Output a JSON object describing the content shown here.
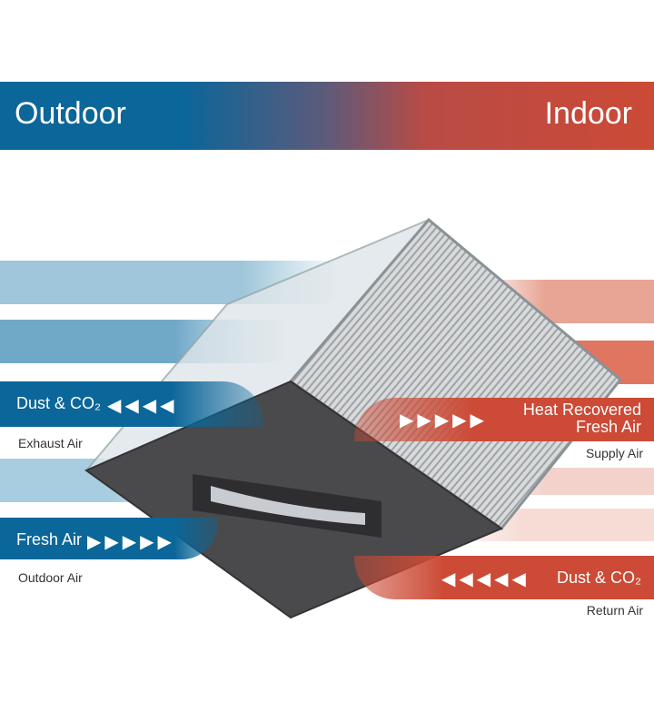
{
  "header": {
    "outdoor": "Outdoor",
    "indoor": "Indoor"
  },
  "left": {
    "exhaust_label": "Dust & CO₂",
    "exhaust_sub": "Exhaust Air",
    "fresh_label": "Fresh Air",
    "fresh_sub": "Outdoor Air"
  },
  "right": {
    "supply_label_1": "Heat Recovered",
    "supply_label_2": "Fresh Air",
    "supply_sub": "Supply Air",
    "return_label": "Dust & CO₂",
    "return_sub": "Return Air"
  },
  "colors": {
    "blue": "#0b6699",
    "red": "#cc4a36"
  }
}
